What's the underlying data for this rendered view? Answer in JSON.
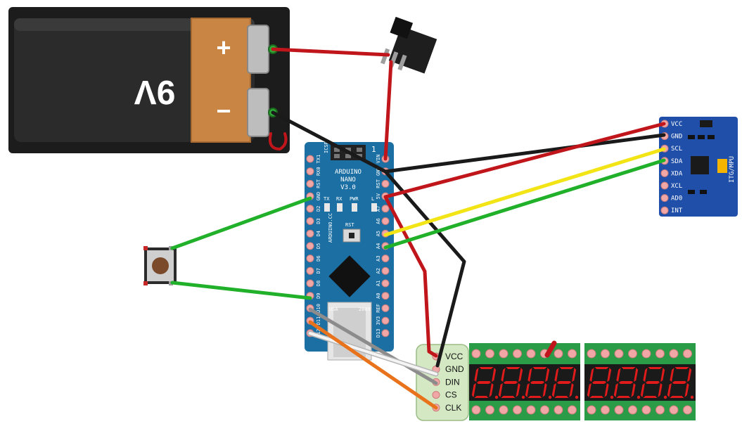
{
  "battery": {
    "voltage_label": "9V",
    "plus_symbol": "+",
    "minus_symbol": "−"
  },
  "arduino": {
    "name_line1": "ARDUINO",
    "name_line2": "NANO",
    "name_line3": "V3.0",
    "icsp_label": "ICSP",
    "icsp_pin1": "1",
    "rst_button_label": "RST",
    "leds": [
      "TX",
      "RX",
      "PWR",
      "L"
    ],
    "side_text": "ARDUINO.CC",
    "usa_label": "USA",
    "year_label": "2009",
    "left_pins": [
      "TX1",
      "RX0",
      "RST",
      "GND",
      "D2",
      "D3",
      "D4",
      "D5",
      "D6",
      "D7",
      "D8",
      "D9",
      "D10",
      "D11",
      "D12"
    ],
    "right_pins": [
      "VIN",
      "GND",
      "RST",
      "5V",
      "A7",
      "A6",
      "A5",
      "A4",
      "A3",
      "A2",
      "A1",
      "A0",
      "REF",
      "3V3",
      "D13"
    ]
  },
  "mpu": {
    "pins": [
      "VCC",
      "GND",
      "SCL",
      "SDA",
      "XDA",
      "XCL",
      "AD0",
      "INT"
    ],
    "board_label": "ITG/MPU"
  },
  "display": {
    "pins": [
      "VCC",
      "GND",
      "DIN",
      "CS",
      "CLK"
    ],
    "module1_glyphs": [
      "8",
      "8",
      "8",
      "8"
    ],
    "module2_glyphs": [
      "8",
      "8",
      "8",
      "8"
    ]
  },
  "colors": {
    "wire_red": "#c0161b",
    "wire_black": "#1a1a1a",
    "wire_green": "#21b02a",
    "wire_yellow": "#f2e415",
    "wire_orange": "#e8731c",
    "wire_gray": "#8c8c8c",
    "wire_white": "#f4f4f4",
    "board_blue": "#1b6fa3",
    "mpu_blue": "#1f4fa8",
    "display_green": "#2a9b47",
    "segment_red": "#e01b1b"
  }
}
